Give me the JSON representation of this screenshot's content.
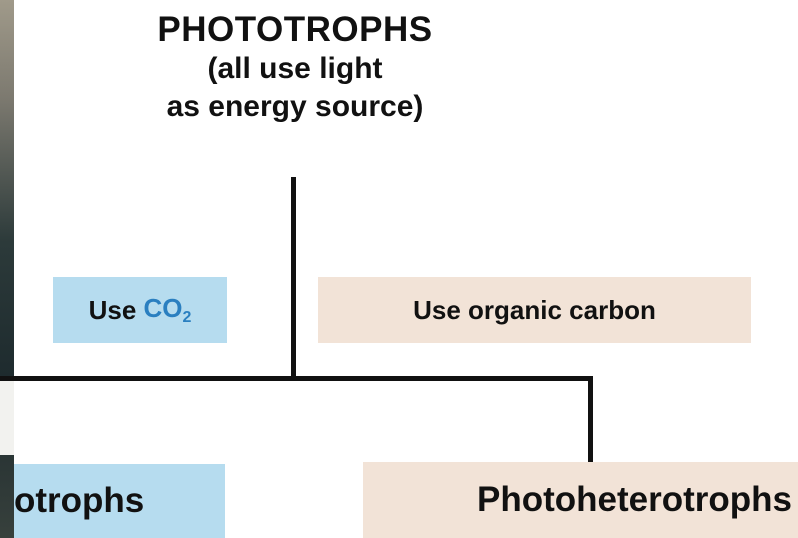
{
  "diagram": {
    "title": "PHOTOTROPHS",
    "subtitle_line1": "(all use light",
    "subtitle_line2": "as energy source)",
    "left_branch_label_prefix": "Use ",
    "left_branch_label_chem": "CO",
    "left_branch_label_sub": "2",
    "right_branch_label": "Use organic carbon",
    "left_node": "otrophs",
    "right_node": "Photoheterotrophs"
  },
  "colors": {
    "left_fill": "#b6dcef",
    "right_fill": "#f2e3d7",
    "co2_text": "#2a7fc0",
    "lines": "#111111"
  }
}
